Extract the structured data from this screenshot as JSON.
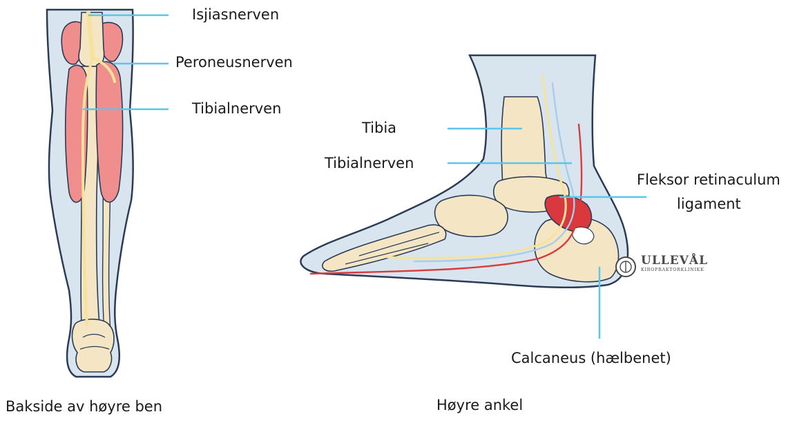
{
  "leg": {
    "labels": {
      "sciatic": "Isjiasnerven",
      "peroneal": "Peroneusnerven",
      "tibial": "Tibialnerven"
    },
    "caption": "Bakside av høyre ben"
  },
  "ankle": {
    "labels": {
      "tibia": "Tibia",
      "tibial_nerve": "Tibialnerven",
      "retinaculum_line1": "Fleksor retinaculum",
      "retinaculum_line2": "ligament",
      "calcaneus": "Calcaneus (hælbenet)"
    },
    "caption": "Høyre ankel"
  },
  "logo": {
    "name": "ULLEVÅL",
    "subtitle": "KIROPRAKTORKLINIKK"
  },
  "colors": {
    "skin": "#d8e5ee",
    "outline": "#2b3a55",
    "muscle": "#f08d8d",
    "bone": "#f4e5c4",
    "nerve": "#f7e29c",
    "artery": "#d93b3b",
    "vein": "#a9cde9",
    "leader": "#5bc5ea",
    "ligament": "#d9383e"
  }
}
